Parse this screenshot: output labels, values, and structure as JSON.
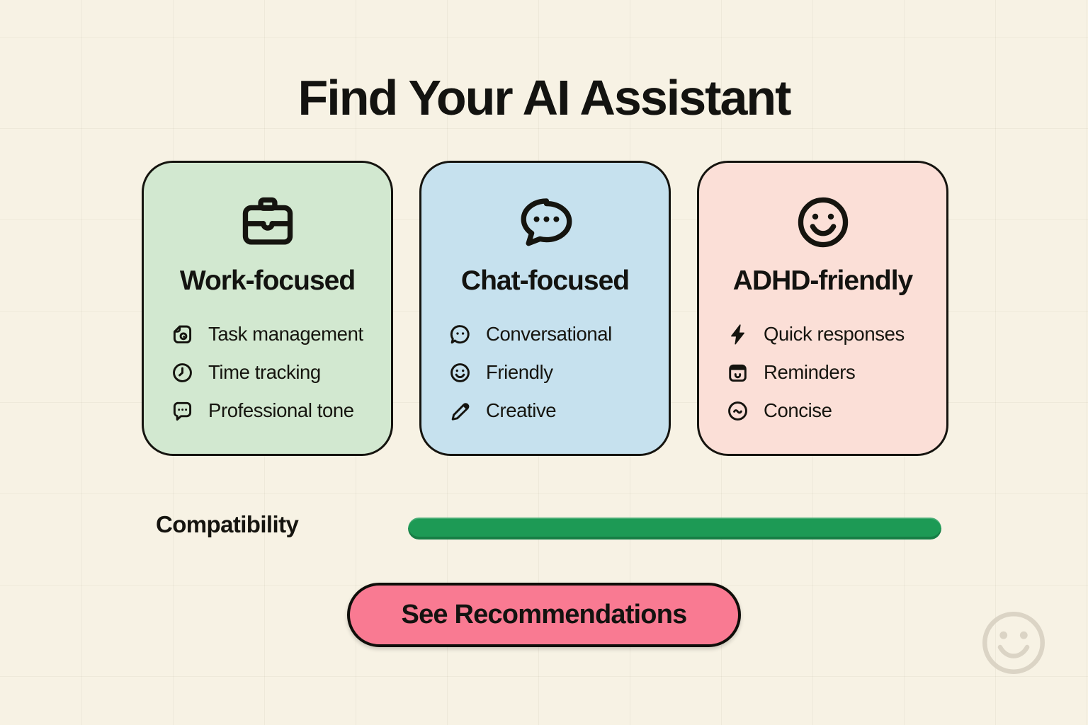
{
  "page": {
    "title": "Find Your AI Assistant",
    "background_color": "#f7f2e4"
  },
  "cards": [
    {
      "id": "work-focused",
      "title": "Work-focused",
      "icon": "briefcase-icon",
      "bg": "#d2e8d0",
      "features": [
        {
          "icon": "task-note-icon",
          "label": "Task management"
        },
        {
          "icon": "clock-icon",
          "label": "Time tracking"
        },
        {
          "icon": "speech-dots-icon",
          "label": "Professional tone"
        }
      ]
    },
    {
      "id": "chat-focused",
      "title": "Chat-focused",
      "icon": "chat-bubble-icon",
      "bg": "#c6e1ee",
      "features": [
        {
          "icon": "chat-face-icon",
          "label": "Conversational"
        },
        {
          "icon": "smiley-icon",
          "label": "Friendly"
        },
        {
          "icon": "pencil-icon",
          "label": "Creative"
        }
      ]
    },
    {
      "id": "adhd-friendly",
      "title": "ADHD-friendly",
      "icon": "smiley-icon",
      "bg": "#fbdfd7",
      "features": [
        {
          "icon": "lightning-icon",
          "label": "Quick responses"
        },
        {
          "icon": "calendar-icon",
          "label": "Reminders"
        },
        {
          "icon": "tilde-circle-icon",
          "label": "Concise"
        }
      ]
    }
  ],
  "compatibility": {
    "label": "Compatibility",
    "value_percent": 100,
    "bar_color": "#1d9a55"
  },
  "cta": {
    "label": "See Recommendations",
    "bg": "#f97a92"
  },
  "watermark": {
    "icon": "smiley-icon",
    "color": "#d8d1c2"
  }
}
